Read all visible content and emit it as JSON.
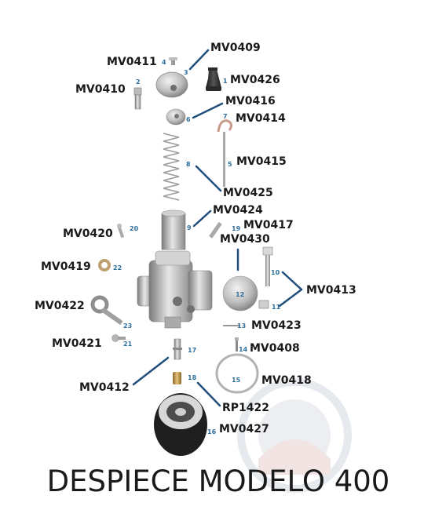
{
  "title": "DESPIECE MODELO 400",
  "colors": {
    "leader": "#1f4f7a",
    "part_number": "#2e6f9e",
    "text": "#1a1a1a",
    "metal": "#b9b9b9"
  },
  "parts": [
    {
      "code": "MV0411",
      "number": "4"
    },
    {
      "code": "MV0409",
      "number": "3"
    },
    {
      "code": "MV0410",
      "number": "2"
    },
    {
      "code": "MV0426",
      "number": "1"
    },
    {
      "code": "MV0416",
      "number": "6"
    },
    {
      "code": "MV0414",
      "number": "7"
    },
    {
      "code": "MV0415",
      "number": "5"
    },
    {
      "code": "MV0425",
      "number": "8"
    },
    {
      "code": "MV0424",
      "number": "9"
    },
    {
      "code": "MV0420",
      "number": "20"
    },
    {
      "code": "MV0417",
      "number": "19"
    },
    {
      "code": "MV0430",
      "number": ""
    },
    {
      "code": "MV0419",
      "number": "22"
    },
    {
      "code": "MV0413",
      "number": "10"
    },
    {
      "code": "MV0413",
      "number": "11"
    },
    {
      "code": "MV0422",
      "number": "23"
    },
    {
      "code": "MV0423",
      "number": "13"
    },
    {
      "code": "MV0421",
      "number": "21"
    },
    {
      "code": "MV0408",
      "number": "14"
    },
    {
      "code": "MV0412",
      "number": "17"
    },
    {
      "code": "MV0418",
      "number": "15"
    },
    {
      "code": "RP1422",
      "number": "18"
    },
    {
      "code": "MV0427",
      "number": "16"
    },
    {
      "code": "",
      "number": "12"
    }
  ]
}
